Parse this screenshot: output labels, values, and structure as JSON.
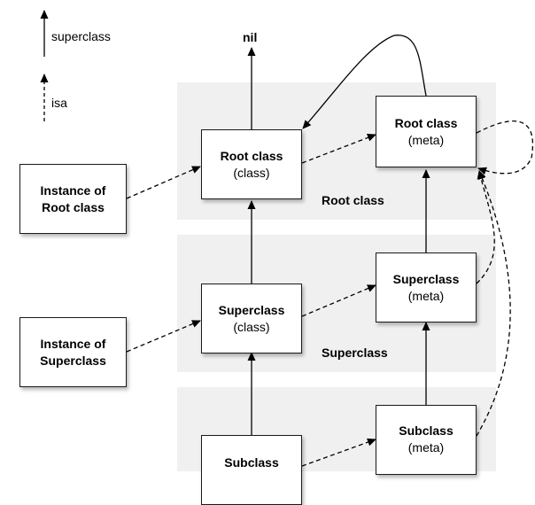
{
  "legend": {
    "superclass_label": "superclass",
    "isa_label": "isa"
  },
  "nil_label": "nil",
  "rows": {
    "root": {
      "band_label": "Root class",
      "instance": {
        "line1": "Instance of",
        "line2": "Root class"
      },
      "class_box": {
        "title": "Root class",
        "sub": "(class)"
      },
      "meta_box": {
        "title": "Root class",
        "sub": "(meta)"
      }
    },
    "superclass": {
      "band_label": "Superclass",
      "instance": {
        "line1": "Instance of",
        "line2": "Superclass"
      },
      "class_box": {
        "title": "Superclass",
        "sub": "(class)"
      },
      "meta_box": {
        "title": "Superclass",
        "sub": "(meta)"
      }
    },
    "subclass": {
      "class_box": {
        "title": "Subclass"
      },
      "meta_box": {
        "title": "Subclass",
        "sub": "(meta)"
      }
    }
  }
}
